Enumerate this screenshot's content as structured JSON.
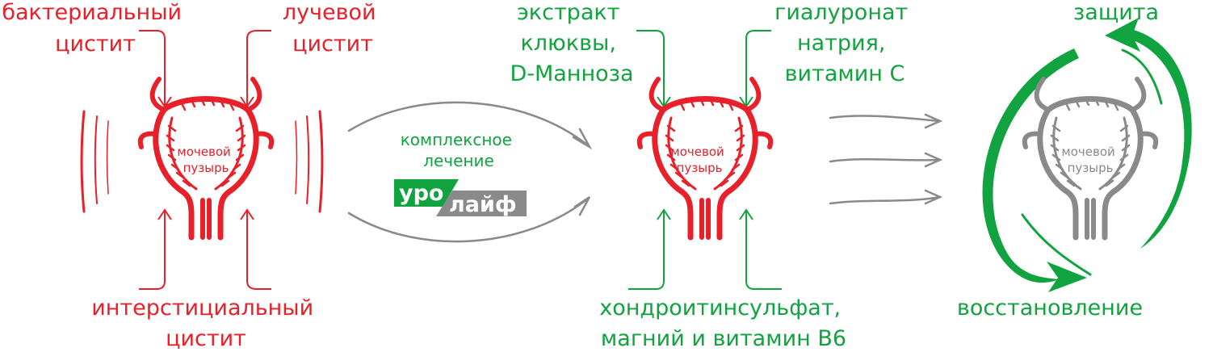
{
  "colors": {
    "red": "#e8202a",
    "green": "#11a33f",
    "gray": "#8a8a8a"
  },
  "left": {
    "causes_top_left": [
      "бактериальный",
      "цистит"
    ],
    "causes_top_right": [
      "лучевой",
      "цистит"
    ],
    "causes_bottom": [
      "интерстициальный",
      "цистит"
    ],
    "bladder_label": [
      "мочевой",
      "пузырь"
    ]
  },
  "middle_arrows": {
    "treatment_label": [
      "комплексное",
      "лечение"
    ],
    "logo": [
      "уро",
      "лайф"
    ]
  },
  "center": {
    "ingredient_top_left": [
      "экстракт",
      "клюквы,",
      "D-Манноза"
    ],
    "ingredient_top_right": [
      "гиалуронат",
      "натрия,",
      "витамин С"
    ],
    "ingredient_bottom": [
      "хондроитинсульфат,",
      "магний и витамин В6"
    ],
    "bladder_label": [
      "мочевой",
      "пузырь"
    ]
  },
  "right": {
    "cycle_top": "защита",
    "cycle_bottom": "восстановление",
    "bladder_label": [
      "мочевой",
      "пузырь"
    ]
  },
  "icons": [
    "bladder-icon",
    "arrow-icon",
    "cycle-arrow-icon"
  ]
}
